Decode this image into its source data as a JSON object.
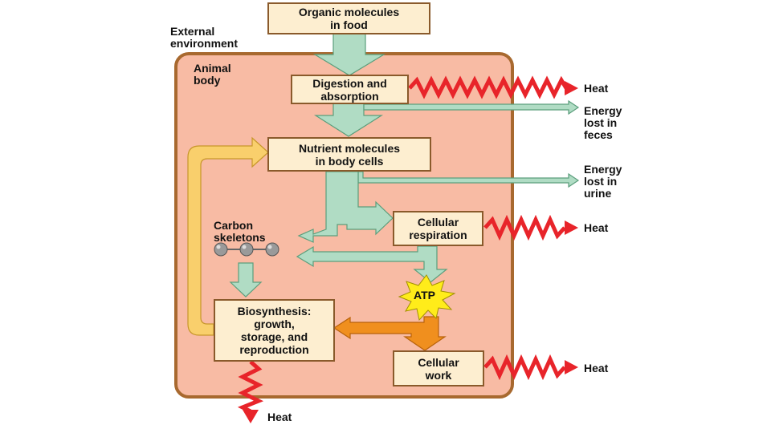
{
  "labels": {
    "external_environment": "External\nenvironment",
    "animal_body": "Animal\nbody",
    "carbon_skeletons": "Carbon\nskeletons",
    "atp": "ATP"
  },
  "boxes": {
    "organic_molecules": "Organic molecules\nin food",
    "digestion": "Digestion and\nabsorption",
    "nutrient_molecules": "Nutrient molecules\nin body cells",
    "cellular_respiration": "Cellular\nrespiration",
    "biosynthesis": "Biosynthesis:\ngrowth,\nstorage, and\nreproduction",
    "cellular_work": "Cellular\nwork"
  },
  "outputs": {
    "heat_digestion": "Heat",
    "energy_feces": "Energy\nlost in\nfeces",
    "energy_urine": "Energy\nlost in\nurine",
    "heat_respiration": "Heat",
    "heat_work": "Heat",
    "heat_biosynthesis": "Heat"
  },
  "colors": {
    "body_fill": "#f8bba4",
    "body_border": "#a8692f",
    "box_fill": "#fdeed0",
    "flow_green": "#b0dcc4",
    "flow_green_edge": "#5b9e7c",
    "heat_red": "#e8242a",
    "carbon_yellow": "#f9cf6c",
    "energy_orange": "#f08f1e",
    "atp_yellow": "#ffec1a"
  },
  "icons": {
    "carbon_skeleton": "three-connected-gray-balls",
    "atp": "yellow-starburst",
    "heat": "red-zigzag-arrow"
  }
}
